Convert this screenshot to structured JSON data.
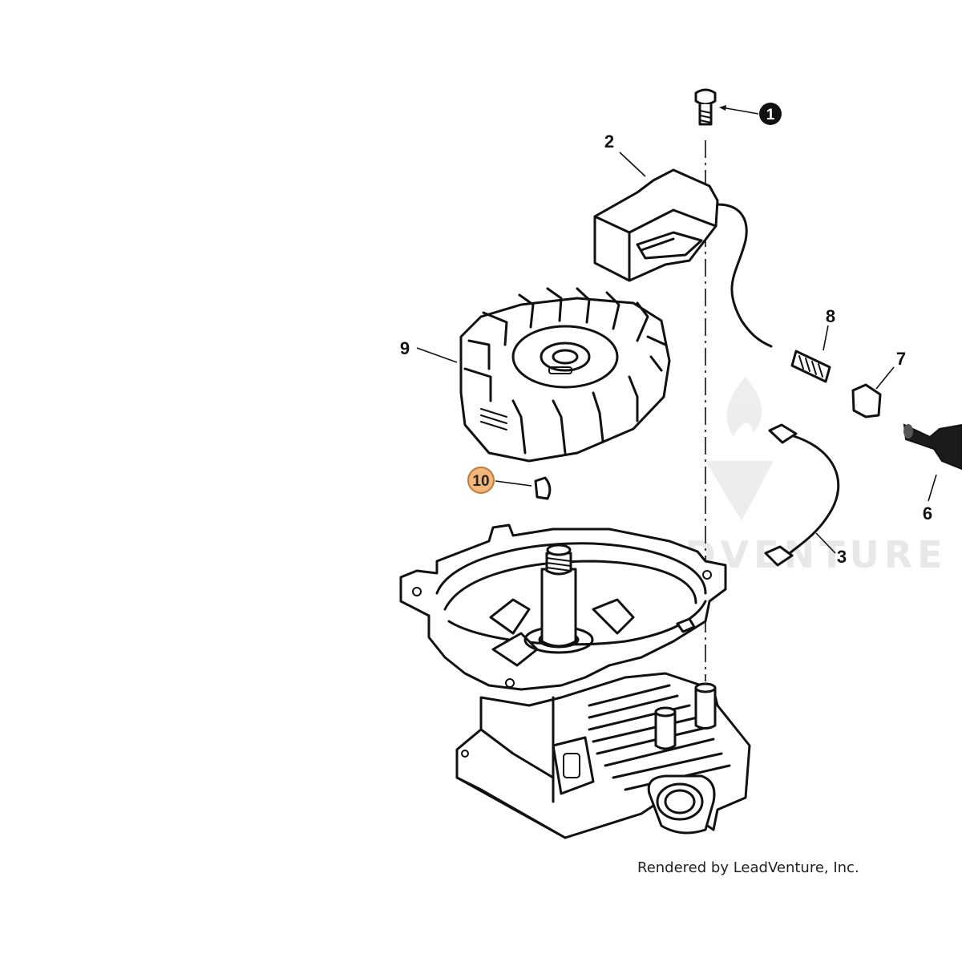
{
  "diagram": {
    "callouts": [
      {
        "id": "1",
        "label": "1",
        "style": "inverted"
      },
      {
        "id": "2",
        "label": "2",
        "style": "plain"
      },
      {
        "id": "3",
        "label": "3",
        "style": "plain"
      },
      {
        "id": "6",
        "label": "6",
        "style": "plain"
      },
      {
        "id": "7",
        "label": "7",
        "style": "plain"
      },
      {
        "id": "8",
        "label": "8",
        "style": "plain"
      },
      {
        "id": "9",
        "label": "9",
        "style": "plain"
      },
      {
        "id": "10",
        "label": "10",
        "style": "highlighted"
      }
    ],
    "watermark_text": "LEADVENTURE",
    "credit_text": "Rendered by LeadVenture, Inc.",
    "colors": {
      "highlight_fill": "#f3b77b",
      "highlight_stroke": "#c07a3a",
      "ink": "#111111",
      "watermark": "#e6e6e6"
    }
  }
}
